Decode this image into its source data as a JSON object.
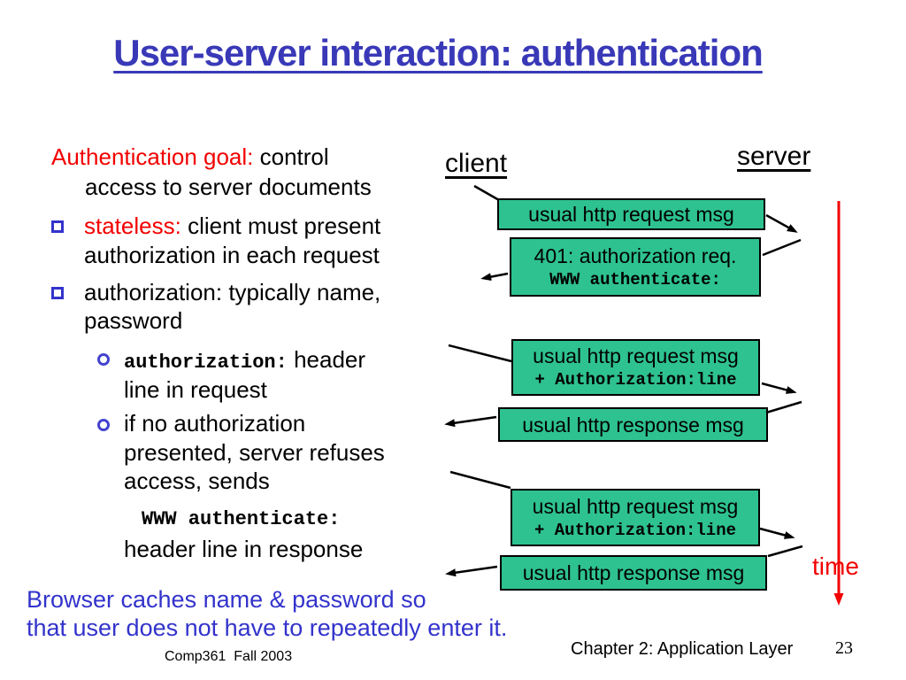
{
  "slide": {
    "title": "User-server interaction: authentication",
    "footer_course": "Comp361  Fall 2003",
    "footer_chapter": "Chapter 2: Application Layer",
    "footer_page": "23"
  },
  "left_column": {
    "goal_label": "Authentication goal: ",
    "goal_text": "control",
    "goal_line2": "access to server documents",
    "bullet1_label": "stateless: ",
    "bullet1_text": "client must present",
    "bullet1_line2": "authorization in each request",
    "bullet2_line1": "authorization: typically name,",
    "bullet2_line2": "password",
    "sub1_mono": "authorization:",
    "sub1_text": " header",
    "sub1_line2": "line in request",
    "sub2_line1": "if no authorization",
    "sub2_line2": "presented, server refuses",
    "sub2_line3": "access, sends",
    "sub2_mono": "WWW authenticate:",
    "sub2_line4": "header line in response"
  },
  "note": {
    "line1": "Browser caches name & password so",
    "line2": "that user does not have to repeatedly enter it."
  },
  "diagram": {
    "client_label": "client",
    "server_label": "server",
    "time_label": "time",
    "boxes": [
      {
        "line1": "usual http request msg"
      },
      {
        "line1": "401: authorization req.",
        "line2": "WWW authenticate:"
      },
      {
        "line1": "usual http request msg",
        "line2": "+ Authorization:line"
      },
      {
        "line1": "usual http response msg"
      },
      {
        "line1": "usual http request msg",
        "line2": "+ Authorization:line"
      },
      {
        "line1": "usual http response msg"
      }
    ]
  },
  "colors": {
    "title_blue": "#3939b8",
    "note_blue": "#3333cc",
    "accent_red": "#f20000",
    "box_green": "#2ec290",
    "bullet_blue": "#3333cc",
    "text_black": "#000000"
  }
}
